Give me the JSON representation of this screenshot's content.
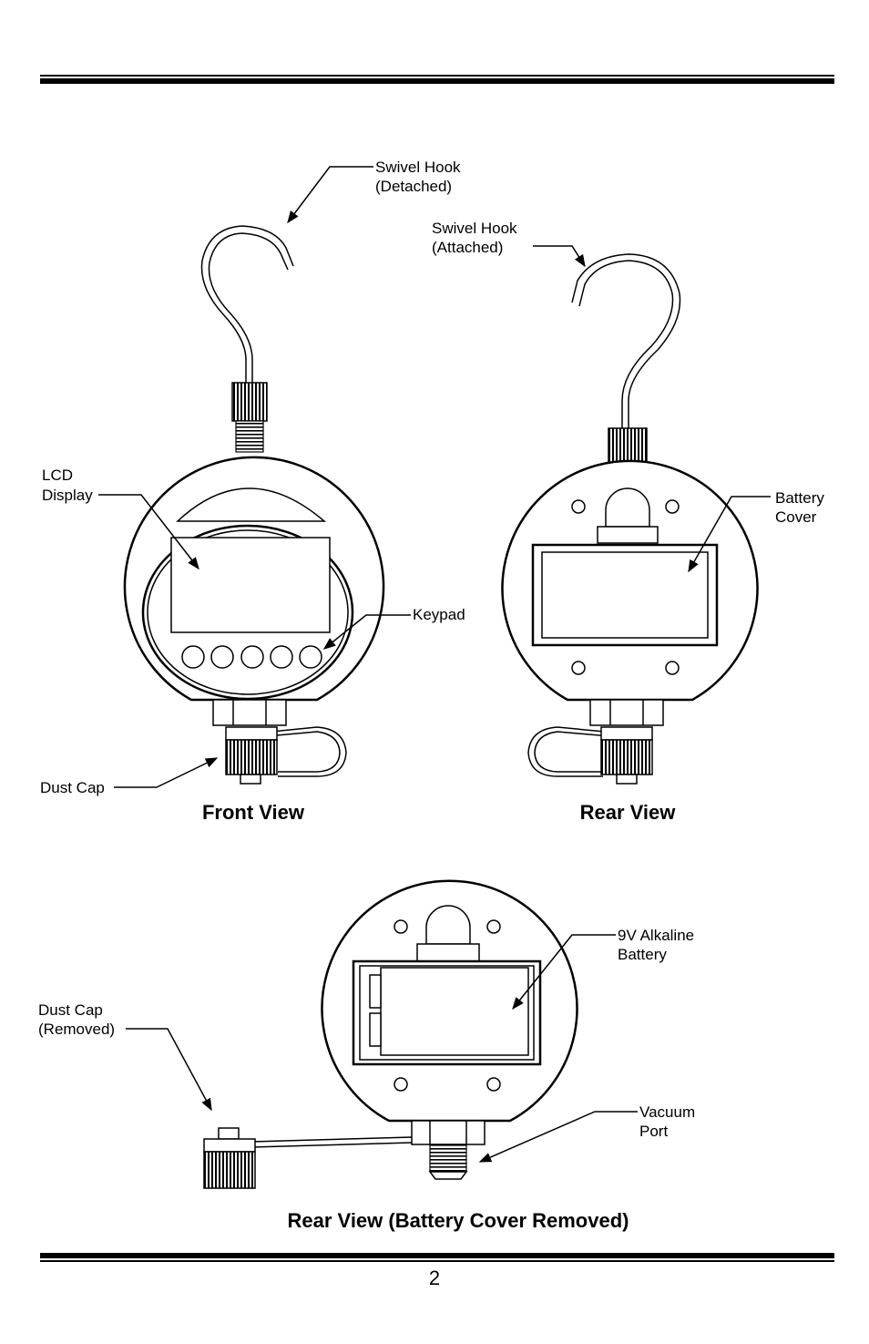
{
  "labels": {
    "swivel_detached": [
      "Swivel Hook",
      "(Detached)"
    ],
    "swivel_attached": [
      "Swivel Hook",
      "(Attached)"
    ],
    "lcd_display": [
      "LCD",
      "Display"
    ],
    "keypad": "Keypad",
    "dust_cap": "Dust Cap",
    "battery_cover": [
      "Battery",
      "Cover"
    ],
    "battery_9v": [
      "9V Alkaline",
      "Battery"
    ],
    "dust_cap_removed": [
      "Dust Cap",
      "(Removed)"
    ],
    "vacuum_port": [
      "Vacuum",
      "Port"
    ]
  },
  "titles": {
    "front_view": "Front View",
    "rear_view": "Rear View",
    "rear_view_removed": "Rear View (Battery Cover Removed)"
  },
  "page_number": "2"
}
